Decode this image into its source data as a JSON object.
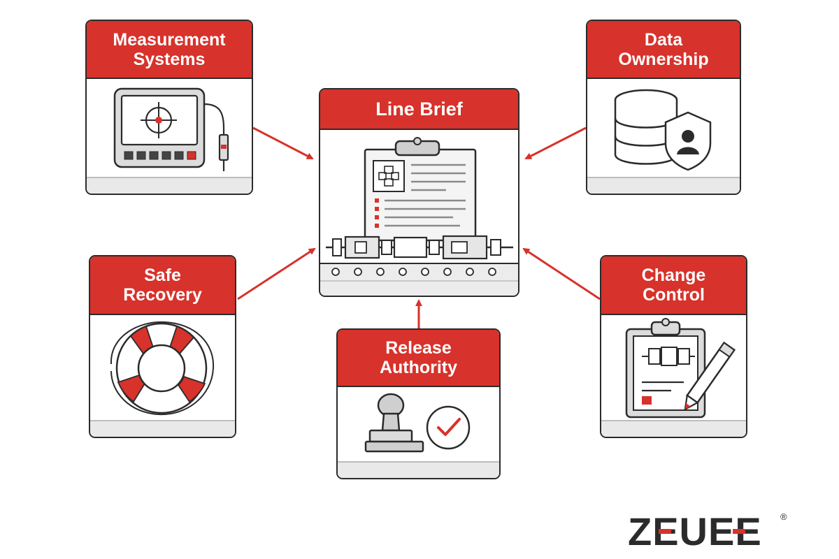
{
  "diagram": {
    "center": {
      "title": "Line Brief"
    },
    "nodes": {
      "measurement": {
        "line1": "Measurement",
        "line2": "Systems"
      },
      "data_ownership": {
        "line1": "Data",
        "line2": "Ownership"
      },
      "safe_recovery": {
        "line1": "Safe",
        "line2": "Recovery"
      },
      "change_control": {
        "line1": "Change",
        "line2": "Control"
      },
      "release_authority": {
        "line1": "Release",
        "line2": "Authority"
      }
    },
    "arrow_direction": "inward to Line Brief"
  },
  "brand": {
    "logo_text": "ZEUEE",
    "registered_mark": "®"
  },
  "colors": {
    "accent": "#d7322b",
    "outline": "#2b2b2b",
    "footer_gray": "#e9e9e9",
    "icon_gray": "#cfcfcf"
  }
}
